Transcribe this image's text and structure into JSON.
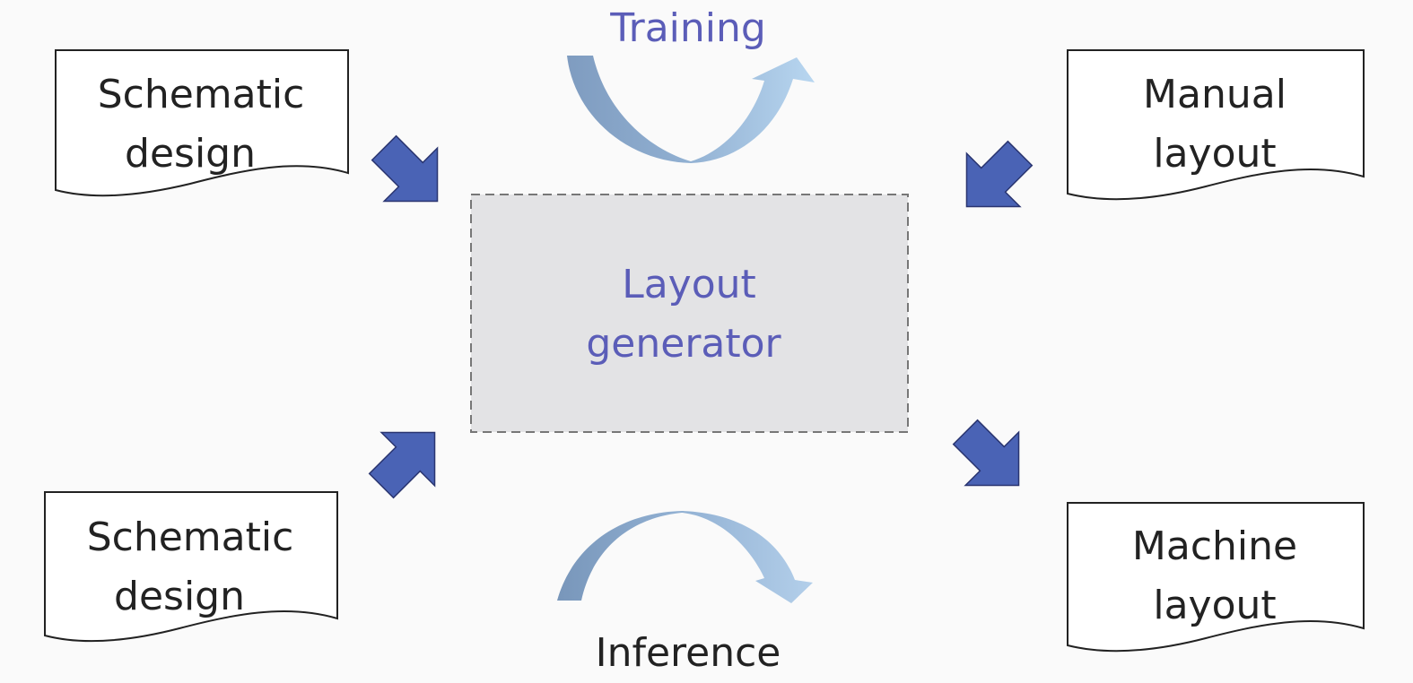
{
  "colors": {
    "background": "#fafafa",
    "hub_fill": "#e3e3e5",
    "hub_border": "#777777",
    "hub_text": "#5b5db8",
    "doc_border": "#222222",
    "doc_text": "#222222",
    "flow_arrow": "#4a63b5",
    "training_text": "#5b5db8",
    "inference_text": "#222222",
    "curve_dark": "#7a97bb",
    "curve_light": "#b4d2ee"
  },
  "hub": {
    "line1": "Layout",
    "line2": "generator"
  },
  "documents": {
    "schematic_top": {
      "line1": "Schematic",
      "line2": "design"
    },
    "manual_layout": {
      "line1": "Manual",
      "line2": "layout"
    },
    "schematic_bottom": {
      "line1": "Schematic",
      "line2": "design"
    },
    "machine_layout": {
      "line1": "Machine",
      "line2": "layout"
    }
  },
  "phases": {
    "training": "Training",
    "inference": "Inference"
  },
  "icons": {
    "flow": "fat-arrow-icon",
    "training": "curved-arrow-icon",
    "inference": "curved-arrow-icon"
  }
}
